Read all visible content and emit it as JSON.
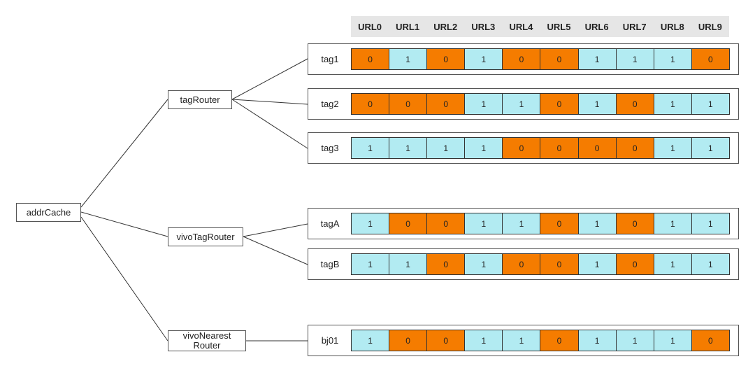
{
  "columns": [
    "URL0",
    "URL1",
    "URL2",
    "URL3",
    "URL4",
    "URL5",
    "URL6",
    "URL7",
    "URL8",
    "URL9"
  ],
  "colors": {
    "one": "#b2ebf2",
    "zero": "#f57c00",
    "header_bg": "#e6e6e6",
    "border": "#555555"
  },
  "root": {
    "label": "addrCache"
  },
  "routers": [
    {
      "id": "tagRouter",
      "label": "tagRouter"
    },
    {
      "id": "vivoTagRouter",
      "label": "vivoTagRouter"
    },
    {
      "id": "vivoNearestRouter",
      "label": "vivoNearest Router"
    }
  ],
  "tags": [
    {
      "router": "tagRouter",
      "label": "tag1",
      "bits": [
        "0",
        "1",
        "0",
        "1",
        "0",
        "0",
        "1",
        "1",
        "1",
        "0"
      ]
    },
    {
      "router": "tagRouter",
      "label": "tag2",
      "bits": [
        "0",
        "0",
        "0",
        "1",
        "1",
        "0",
        "1",
        "0",
        "1",
        "1"
      ]
    },
    {
      "router": "tagRouter",
      "label": "tag3",
      "bits": [
        "1",
        "1",
        "1",
        "1",
        "0",
        "0",
        "0",
        "0",
        "1",
        "1"
      ]
    },
    {
      "router": "vivoTagRouter",
      "label": "tagA",
      "bits": [
        "1",
        "0",
        "0",
        "1",
        "1",
        "0",
        "1",
        "0",
        "1",
        "1"
      ]
    },
    {
      "router": "vivoTagRouter",
      "label": "tagB",
      "bits": [
        "1",
        "1",
        "0",
        "1",
        "0",
        "0",
        "1",
        "0",
        "1",
        "1"
      ]
    },
    {
      "router": "vivoNearestRouter",
      "label": "bj01",
      "bits": [
        "1",
        "0",
        "0",
        "1",
        "1",
        "0",
        "1",
        "1",
        "1",
        "0"
      ]
    }
  ]
}
